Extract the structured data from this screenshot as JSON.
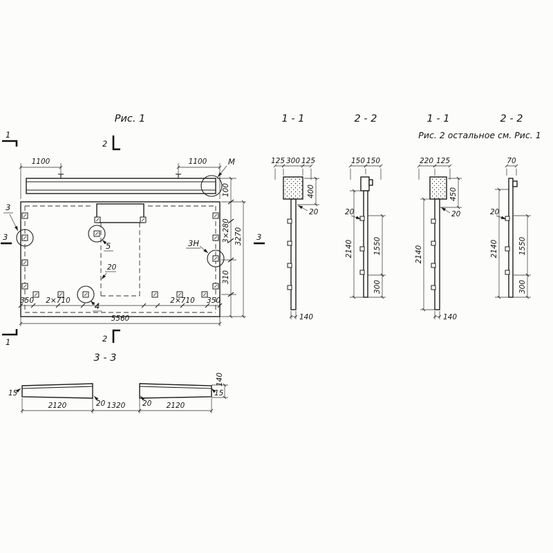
{
  "titles": {
    "fig1": "Рис. 1",
    "s11a": "1 - 1",
    "s22a": "2 - 2",
    "s11b": "1 - 1",
    "s22b": "2 - 2",
    "fig2_note": "Рис. 2  остальное см. Рис. 1",
    "s33": "3 - 3"
  },
  "plan": {
    "d1100l": "1100",
    "d1100r": "1100",
    "m": "М",
    "d100": "100",
    "d3x280": "3×280",
    "d3270": "3270",
    "d310": "310",
    "d350l": "350",
    "d710l": "2×710",
    "d710r": "2×710",
    "d350r": "350",
    "d5560": "5560",
    "d20": "20",
    "c3": "3",
    "c5": "5",
    "c4": "4",
    "c3n": "3Н",
    "cut1t": "1",
    "cut1b": "1",
    "cut2t": "2",
    "cut2b": "2",
    "cut3l": "3",
    "cut3r": "3"
  },
  "sec11a": {
    "d125l": "125",
    "d300": "300",
    "d125r": "125",
    "d400": "400",
    "d20": "20",
    "d140": "140"
  },
  "sec22a": {
    "d150l": "150",
    "d150r": "150",
    "d20": "20",
    "d2140": "2140",
    "d1550": "1550",
    "d300": "300"
  },
  "sec11b": {
    "d220": "220",
    "d125": "125",
    "d450": "450",
    "d20": "20",
    "d2140": "2140",
    "d140": "140"
  },
  "sec22b": {
    "d70": "70",
    "d20": "20",
    "d2140": "2140",
    "d1550": "1550",
    "d300": "300"
  },
  "sec33": {
    "d2120l": "2120",
    "d1320": "1320",
    "d2120r": "2120",
    "d15l": "15",
    "d20l": "20",
    "d20r": "20",
    "d15r": "15",
    "d140": "140"
  }
}
